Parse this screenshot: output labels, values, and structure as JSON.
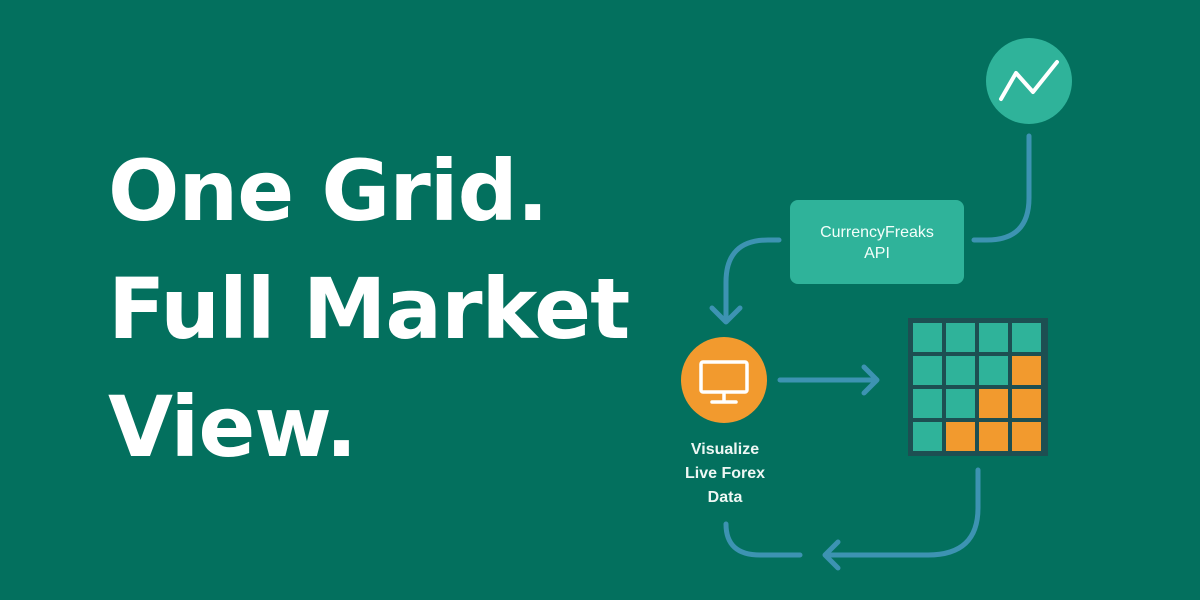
{
  "headline": {
    "lines": [
      "One Grid.",
      "Full Market",
      "View."
    ]
  },
  "api_box": {
    "lines": [
      "CurrencyFreaks",
      "API"
    ]
  },
  "visualize": {
    "lines": [
      "Visualize",
      "Live Forex",
      "Data"
    ]
  },
  "icons": {
    "trend": "trend-line-icon",
    "monitor": "monitor-icon"
  },
  "grid": {
    "cells": [
      [
        "teal",
        "teal",
        "teal",
        "teal"
      ],
      [
        "teal",
        "teal",
        "teal",
        "orange"
      ],
      [
        "teal",
        "teal",
        "orange",
        "orange"
      ],
      [
        "teal",
        "orange",
        "orange",
        "orange"
      ]
    ]
  },
  "colors": {
    "background": "#03705e",
    "teal_cell": "#2fb39a",
    "orange_cell": "#f29a2e",
    "connector": "#3d93b2",
    "api_box": "#2fb39a",
    "grid_frame": "#1d4f52"
  }
}
